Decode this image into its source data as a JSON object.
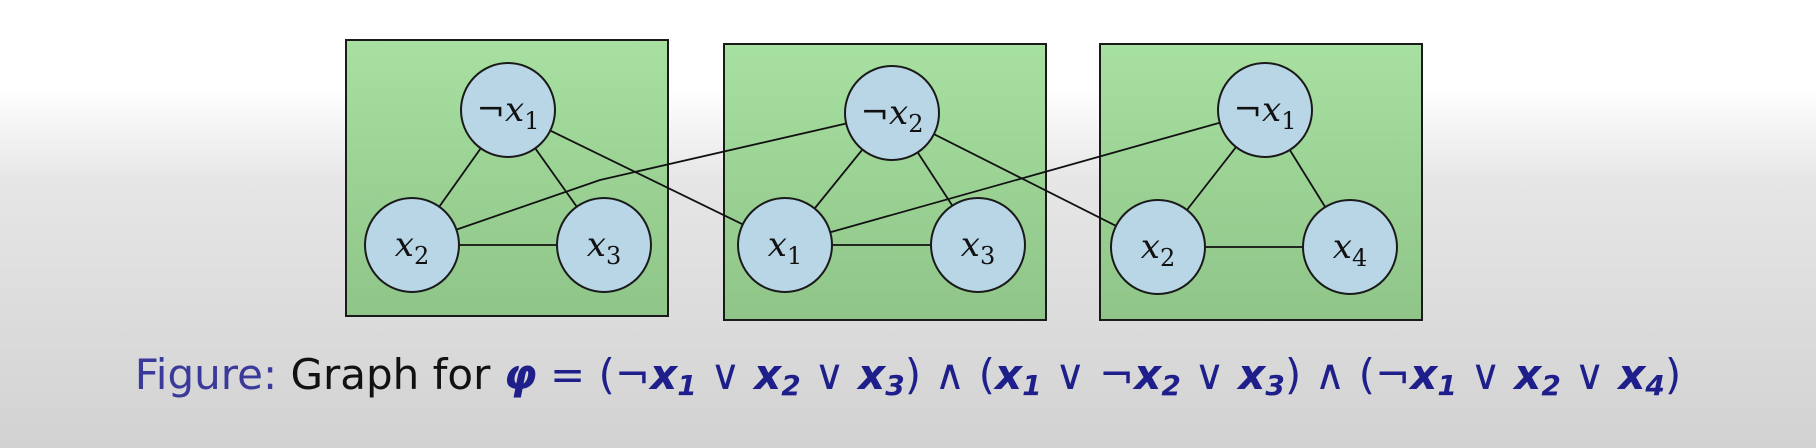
{
  "colors": {
    "box_fill_top": "#a7e0a1",
    "box_fill_bottom": "#8fc588",
    "node_fill": "#b8d6e6",
    "edge": "#111111",
    "caption_label": "#3a3a9a",
    "caption_math": "#1f1f8c"
  },
  "diagram": {
    "clauses": [
      {
        "id": "c1",
        "nodes": [
          {
            "id": "c1a",
            "neg": true,
            "var": "x",
            "sub": "1"
          },
          {
            "id": "c1b",
            "neg": false,
            "var": "x",
            "sub": "2"
          },
          {
            "id": "c1c",
            "neg": false,
            "var": "x",
            "sub": "3"
          }
        ]
      },
      {
        "id": "c2",
        "nodes": [
          {
            "id": "c2a",
            "neg": true,
            "var": "x",
            "sub": "2"
          },
          {
            "id": "c2b",
            "neg": false,
            "var": "x",
            "sub": "1"
          },
          {
            "id": "c2c",
            "neg": false,
            "var": "x",
            "sub": "3"
          }
        ]
      },
      {
        "id": "c3",
        "nodes": [
          {
            "id": "c3a",
            "neg": true,
            "var": "x",
            "sub": "1"
          },
          {
            "id": "c3b",
            "neg": false,
            "var": "x",
            "sub": "2"
          },
          {
            "id": "c3c",
            "neg": false,
            "var": "x",
            "sub": "4"
          }
        ]
      }
    ],
    "edges": [
      [
        "c1a",
        "c1b"
      ],
      [
        "c1a",
        "c1c"
      ],
      [
        "c1b",
        "c1c"
      ],
      [
        "c2a",
        "c2b"
      ],
      [
        "c2a",
        "c2c"
      ],
      [
        "c2b",
        "c2c"
      ],
      [
        "c3a",
        "c3b"
      ],
      [
        "c3a",
        "c3c"
      ],
      [
        "c3b",
        "c3c"
      ],
      [
        "c1a",
        "c2b"
      ],
      [
        "c1b",
        "c2a"
      ],
      [
        "c2a",
        "c3b"
      ],
      [
        "c2b",
        "c3a"
      ]
    ]
  },
  "caption": {
    "label": "Figure:",
    "text": "Graph for",
    "phi": "φ",
    "equals": "=",
    "clauses": [
      [
        {
          "neg": true,
          "var": "x",
          "sub": "1"
        },
        {
          "neg": false,
          "var": "x",
          "sub": "2"
        },
        {
          "neg": false,
          "var": "x",
          "sub": "3"
        }
      ],
      [
        {
          "neg": false,
          "var": "x",
          "sub": "1"
        },
        {
          "neg": true,
          "var": "x",
          "sub": "2"
        },
        {
          "neg": false,
          "var": "x",
          "sub": "3"
        }
      ],
      [
        {
          "neg": true,
          "var": "x",
          "sub": "1"
        },
        {
          "neg": false,
          "var": "x",
          "sub": "2"
        },
        {
          "neg": false,
          "var": "x",
          "sub": "4"
        }
      ]
    ],
    "or": "∨",
    "and": "∧",
    "not": "¬"
  }
}
